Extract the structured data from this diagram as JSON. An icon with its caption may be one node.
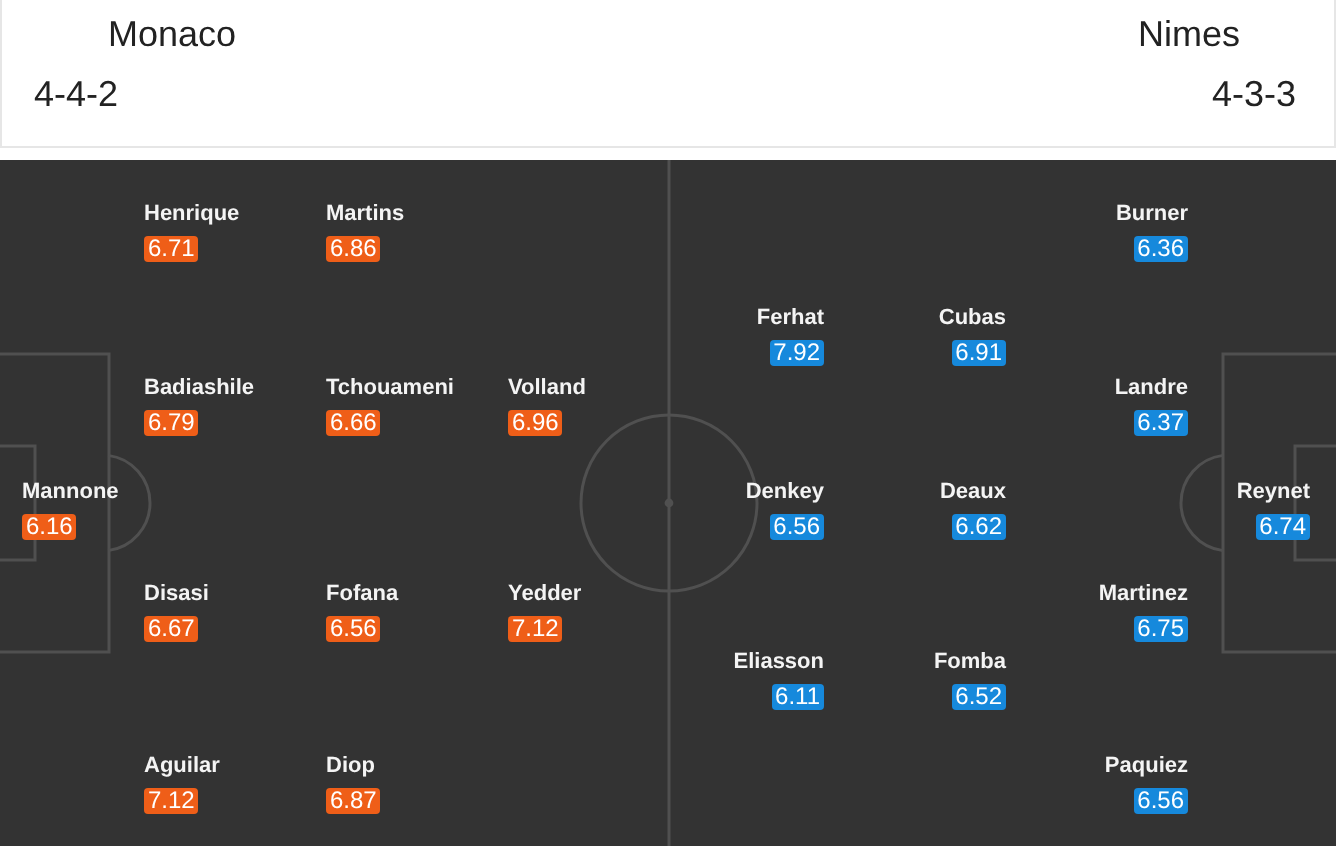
{
  "diagram": {
    "nodes": [
      {
        "text": [
          "6.71"
        ],
        "beside": [
          "Henrique"
        ]
      },
      {
        "text": [
          "6.86"
        ],
        "beside": [
          "Martins"
        ]
      },
      {
        "text": [
          "6.36"
        ],
        "beside": [
          "Burner"
        ]
      },
      {
        "text": [
          "7.92"
        ],
        "beside": [
          "Ferhat"
        ]
      },
      {
        "text": [
          "6.91"
        ],
        "beside": [
          "Cubas"
        ]
      },
      {
        "text": [
          "6.79"
        ],
        "beside": [
          "Badiashile"
        ]
      },
      {
        "text": [
          "6.66"
        ],
        "beside": [
          "Tchouameni"
        ]
      },
      {
        "text": [
          "6.96"
        ],
        "beside": [
          "Volland"
        ]
      },
      {
        "text": [
          "6.37"
        ],
        "beside": [
          "Landre"
        ]
      },
      {
        "text": [
          "6.16"
        ],
        "beside": [
          "Mannone"
        ]
      },
      {
        "text": [
          "6.56"
        ],
        "beside": [
          "Denkey"
        ]
      },
      {
        "text": [
          "6.62"
        ],
        "beside": [
          "Deaux"
        ]
      },
      {
        "text": [
          "6.74"
        ],
        "beside": [
          "Reynet"
        ]
      },
      {
        "text": [
          "6.67"
        ],
        "beside": [
          "Disasi"
        ]
      },
      {
        "text": [
          "6.56"
        ],
        "beside": [
          "Fofana"
        ]
      },
      {
        "text": [
          "7.12"
        ],
        "beside": [
          "Yedder"
        ]
      },
      {
        "text": [
          "6.75"
        ],
        "beside": [
          "Martinez"
        ]
      },
      {
        "text": [
          "6.11"
        ],
        "beside": [
          "Eliasson"
        ]
      },
      {
        "text": [
          "6.52"
        ],
        "beside": [
          "Fomba"
        ]
      },
      {
        "text": [
          "7.12"
        ],
        "beside": [
          "Aguilar"
        ]
      },
      {
        "text": [
          "6.87"
        ],
        "beside": [
          "Diop"
        ]
      },
      {
        "text": [
          "6.56"
        ],
        "beside": [
          "Paquiez"
        ]
      }
    ],
    "labels": [
      "Monaco",
      "Nimes",
      "4-4-2",
      "4-3-3"
    ]
  }
}
